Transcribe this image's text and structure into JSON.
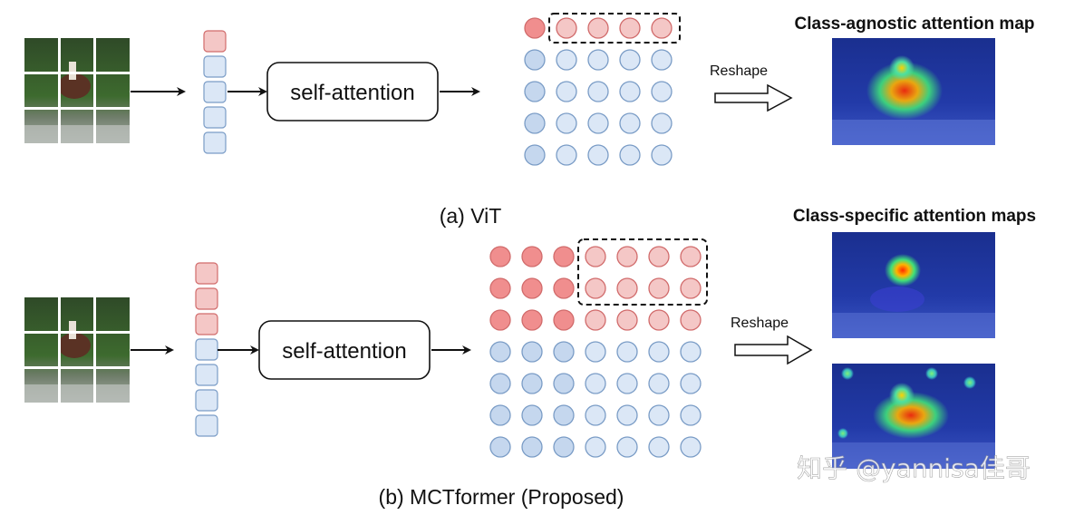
{
  "colors": {
    "cls_token_fill": "#f4c7c6",
    "cls_token_stroke": "#d16b6b",
    "cls_query_fill": "#f08e8e",
    "patch_token_fill": "#dbe7f6",
    "patch_token_stroke": "#7a9cc6",
    "patch_query_fill": "#c5d7ee",
    "highlight_box": "#111111"
  },
  "icons": {
    "input_image": "horse-rider-photo-grid",
    "heatmap": "attention-heatmap-image",
    "reshape_arrow": "hollow-right-arrow"
  },
  "vit": {
    "caption": "(a) ViT",
    "attention_label": "self-attention",
    "reshape_label": "Reshape",
    "map_title": "Class-agnostic attention map",
    "class_tokens": 1,
    "patch_tokens": 4,
    "matrix_rows": 5,
    "matrix_cols": 5
  },
  "mct": {
    "caption": "(b) MCTformer (Proposed)",
    "attention_label": "self-attention",
    "reshape_label": "Reshape",
    "map_title": "Class-specific attention maps",
    "class_tokens": 3,
    "patch_tokens": 4,
    "matrix_rows": 7,
    "matrix_cols": 7
  },
  "watermark": "知乎 @yannisa佳哥"
}
